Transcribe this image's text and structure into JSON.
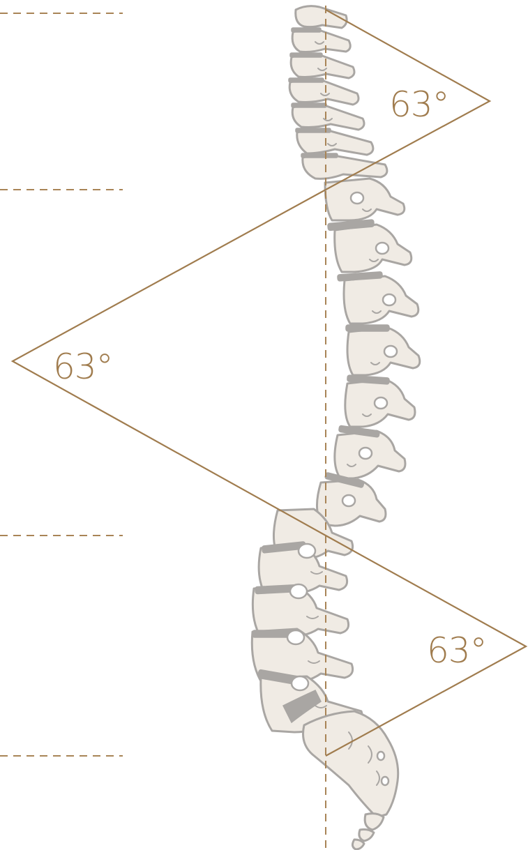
{
  "diagram": {
    "angles": [
      {
        "id": "cervical",
        "label": "63°"
      },
      {
        "id": "thoracic",
        "label": "63°"
      },
      {
        "id": "lumbar",
        "label": "63°"
      }
    ],
    "colors": {
      "accent": "#a07c4e",
      "bone_fill": "#f0ebe4",
      "bone_outline": "#a9a6a3",
      "background": "#ffffff"
    }
  }
}
